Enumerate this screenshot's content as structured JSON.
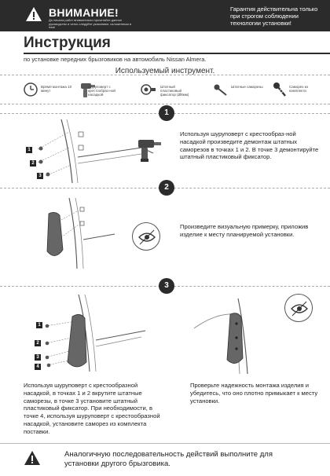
{
  "header": {
    "warning_title": "ВНИМАНИЕ!",
    "warning_sub": "До начала работ внимательно прочитайте данное руководство и четко следуйте указаниям, изложенным в нем!",
    "guarantee": "Гарантия действительна только при строгом соблюдении технологии установки!"
  },
  "title": "Инструкция",
  "subtitle": "по установке передних брызговиков на автомобиль Nissan Almera.",
  "tools": {
    "title": "Используемый инструмент.",
    "items": [
      {
        "label": "Время монтажа 10 минут",
        "icon": "clock-icon"
      },
      {
        "label": "Шуруповерт с крестообраз-ной насадкой",
        "icon": "drill-icon"
      },
      {
        "label": "Штатный пластиковый фиксатор (Ø8мм)",
        "icon": "clip-icon"
      },
      {
        "label": "Штатные саморезы",
        "icon": "screw-icon"
      },
      {
        "label": "Саморез из комплекта",
        "icon": "self-tapping-screw-icon"
      }
    ]
  },
  "steps": [
    {
      "number": "1",
      "text": "Используя шуруповерт с крестообраз-ной насадкой произведите демонтаж штатных саморезов в точках 1 и 2. В точке 3 демонтируйте штатный пластиковый фиксатор."
    },
    {
      "number": "2",
      "text": "Произведите визуальную примерку, приложив изделие к месту планируемой установки."
    },
    {
      "number": "3",
      "text_left": "Используя шуруповерт с крестообразной насадкой, в точках 1 и 2 вкрутите штатные саморезы, в точке 3 установите штатный пластиковый фиксатор. При необходимости, в точке 4, используя шуруповерт с крестообразной насадкой, установите саморез из комплекта поставки.",
      "text_right": "Проверьте надежность монтажа изделия и убедитесь, что оно плотно примыкает к месту установки."
    }
  ],
  "callouts": {
    "one": "1",
    "two": "2",
    "three": "3",
    "four": "4"
  },
  "footer": {
    "text": "Аналогичную последовательность действий выполните для установки другого брызговика."
  },
  "colors": {
    "dark": "#2b2b2b",
    "white": "#ffffff"
  }
}
